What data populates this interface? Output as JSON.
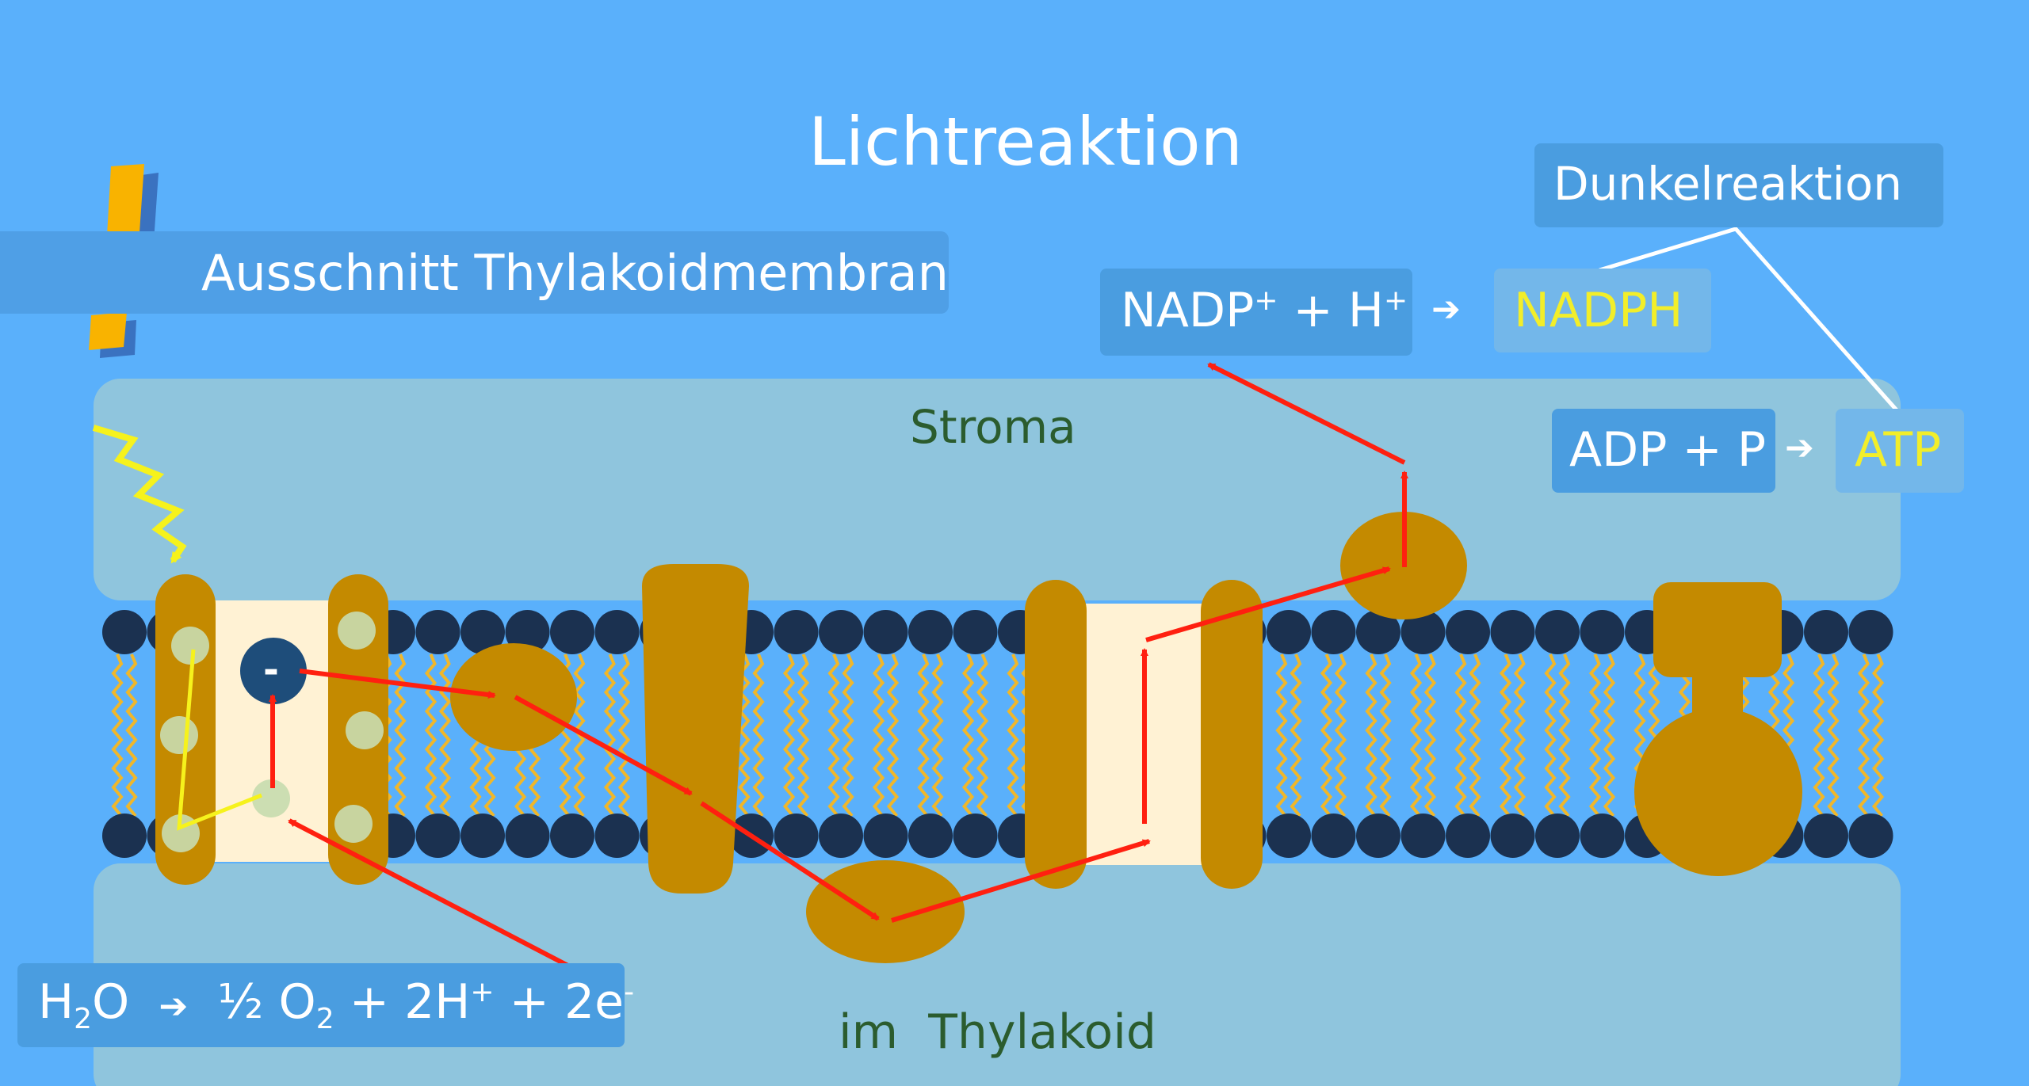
{
  "title": "Lichtreaktion",
  "excerpt_label": "Ausschnitt Thylakoidmembran",
  "stroma_label": "Stroma",
  "lumen_label": "im  Thylakoid",
  "dark_reaction_label": "Dunkelreaktion",
  "nadp_eq": {
    "left_main": "NADP",
    "left_sup": "+",
    "left_rest": " + H",
    "left_sup2": "+",
    "arrow": "➔",
    "product": "NADPH"
  },
  "atp_eq": {
    "left": "ADP + P",
    "arrow": "➔",
    "product": "ATP"
  },
  "water_eq": {
    "h": "H",
    "sub2": "2",
    "o": "O",
    "arrow": "➔",
    "half": "½ O",
    "sub_o2": "2",
    "plus_h": " + 2H",
    "sup_plus": "+",
    "plus_e": " + 2e",
    "sup_minus": "-"
  },
  "electron_symbol": "-",
  "colors": {
    "background": "#5ab0fb",
    "membrane_band": "#8fc5dd",
    "protein": "#c48a00",
    "lipid_head": "#1b3150",
    "lipid_tail": "#f0b72a",
    "electron_path": "#ff2010",
    "light_ray": "#f6f21c",
    "product_text": "#f2ee2a",
    "stroma_text": "#2b5c2e",
    "exclamation": "#f9b300"
  },
  "icons": [
    "exclamation-icon",
    "lightning-icon"
  ]
}
